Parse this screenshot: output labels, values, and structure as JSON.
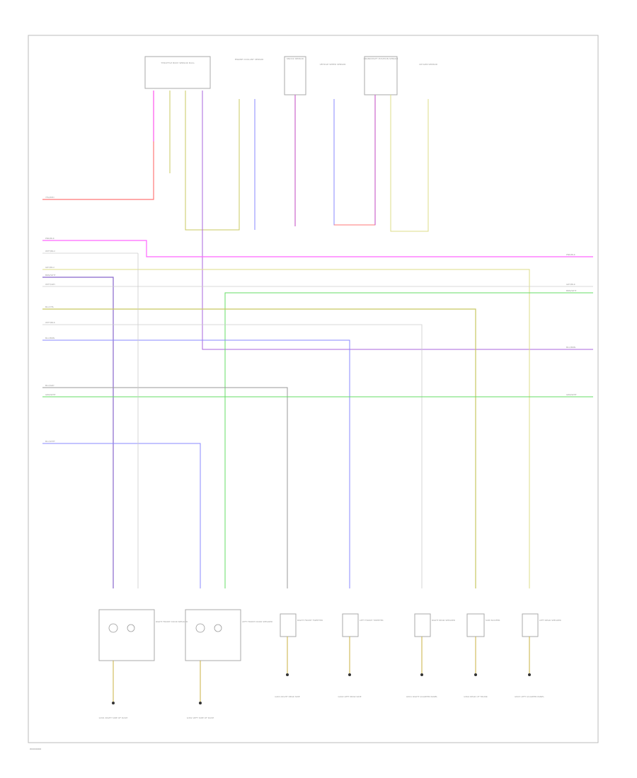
{
  "diagram": {
    "footer_code": "W0000000",
    "top_components": [
      {
        "id": "comp-1",
        "label": "THROTTLE BODY SENSOR PLUG"
      },
      {
        "id": "comp-2",
        "label": "ENGINE COOLANT SENSOR"
      },
      {
        "id": "comp-3",
        "label": "KNOCK SENSOR"
      },
      {
        "id": "comp-4",
        "label": "VEHICLE SPEED SENSOR"
      },
      {
        "id": "comp-5",
        "label": "CRANKSHAFT POSITION SENSOR"
      },
      {
        "id": "comp-6",
        "label": "OXYGEN SENSOR"
      }
    ],
    "left_wire_labels": [
      "YEL/RED",
      "PNK/BLK",
      "WHT/BLU",
      "GRY/BLU",
      "BRN/WHT",
      "WHT/GRY",
      "BLU/YEL",
      "WHT/BLK",
      "BLU/BRN",
      "BLU/GRY",
      "GRN/WHT",
      "BLU/WHT"
    ],
    "right_wire_labels": [
      "PNK/BLK",
      "GRY/BLK",
      "BRN/WHT",
      "BLU/BRN",
      "GRN/WHT"
    ],
    "bottom_components": [
      {
        "id": "b1",
        "label": "RIGHT FRONT DOOR SPEAKER"
      },
      {
        "id": "b2",
        "label": "LEFT FRONT DOOR SPEAKER"
      },
      {
        "id": "b3",
        "label": "RIGHT FRONT TWEETER"
      },
      {
        "id": "b4",
        "label": "LEFT FRONT TWEETER"
      },
      {
        "id": "b5",
        "label": "RIGHT REAR SPEAKER"
      },
      {
        "id": "b6",
        "label": "SUB WOOFER"
      },
      {
        "id": "b7",
        "label": "LEFT REAR SPEAKER"
      }
    ],
    "grounds": [
      {
        "id": "g1",
        "label": "G301 RIGHT SIDE OF DASH"
      },
      {
        "id": "g2",
        "label": "G302 LEFT SIDE OF DASH"
      },
      {
        "id": "g3",
        "label": "G401 RIGHT REAR SIDE"
      },
      {
        "id": "g4",
        "label": "G402 LEFT REAR SIDE"
      },
      {
        "id": "g5",
        "label": "G501 RIGHT QUARTER PANEL"
      },
      {
        "id": "g6",
        "label": "G502 REAR OF TRUNK"
      },
      {
        "id": "g7",
        "label": "G503 LEFT QUARTER PANEL"
      }
    ],
    "colors": {
      "pink": "#ff66ff",
      "red": "#ff7777",
      "yellow": "#dddd88",
      "blue": "#8888ff",
      "green": "#66dd66",
      "gray": "#999999",
      "olive": "#c8c860",
      "purple": "#aa66dd",
      "light": "#cccccc"
    }
  }
}
